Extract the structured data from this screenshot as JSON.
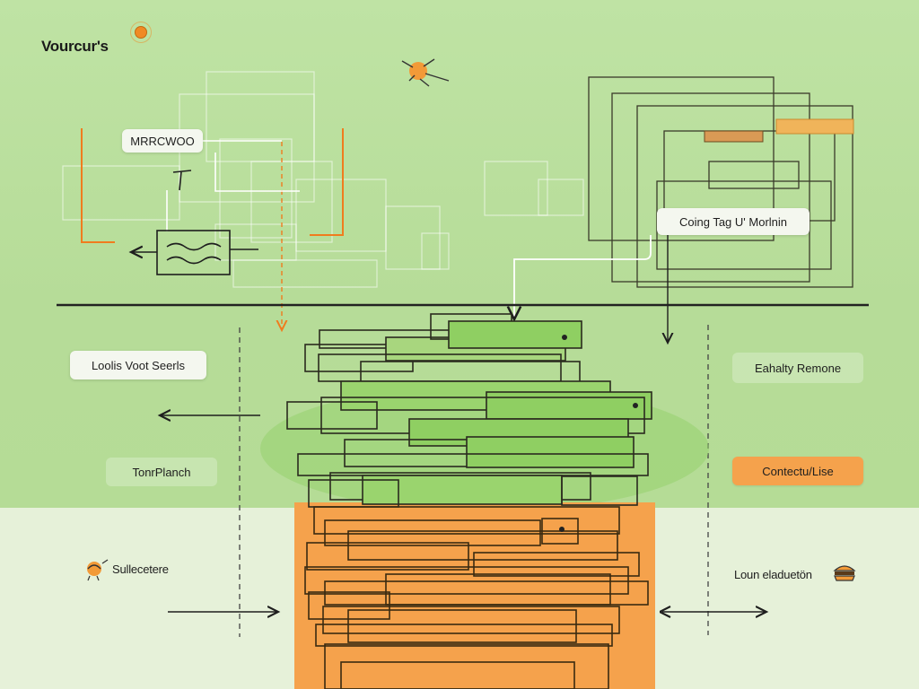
{
  "brand": {
    "logo_text": "Vourcur's"
  },
  "labels": {
    "top_left_box": "MRRCWOO",
    "top_right_box": "Coing Tag U' Morlnin",
    "left_1": "Loolis Voot Seerls",
    "left_2": "TonrPlanch",
    "left_3": "Sullecetere",
    "right_1": "Eahalty Remone",
    "right_2": "Contectu/Lise",
    "right_3": "Loun eladuetön"
  },
  "icons": {
    "brand": "orange-dot-icon",
    "top_center": "sun-bug-icon",
    "bottom_left": "bug-icon",
    "bottom_right": "burger-icon"
  },
  "colors": {
    "green_bg": "#b9de9c",
    "light_bg": "#e6f1d9",
    "orange": "#f5a24c",
    "accent_orange": "#f07c1e",
    "bar_green": "#8fcf62",
    "ink": "#1e1e1e"
  }
}
